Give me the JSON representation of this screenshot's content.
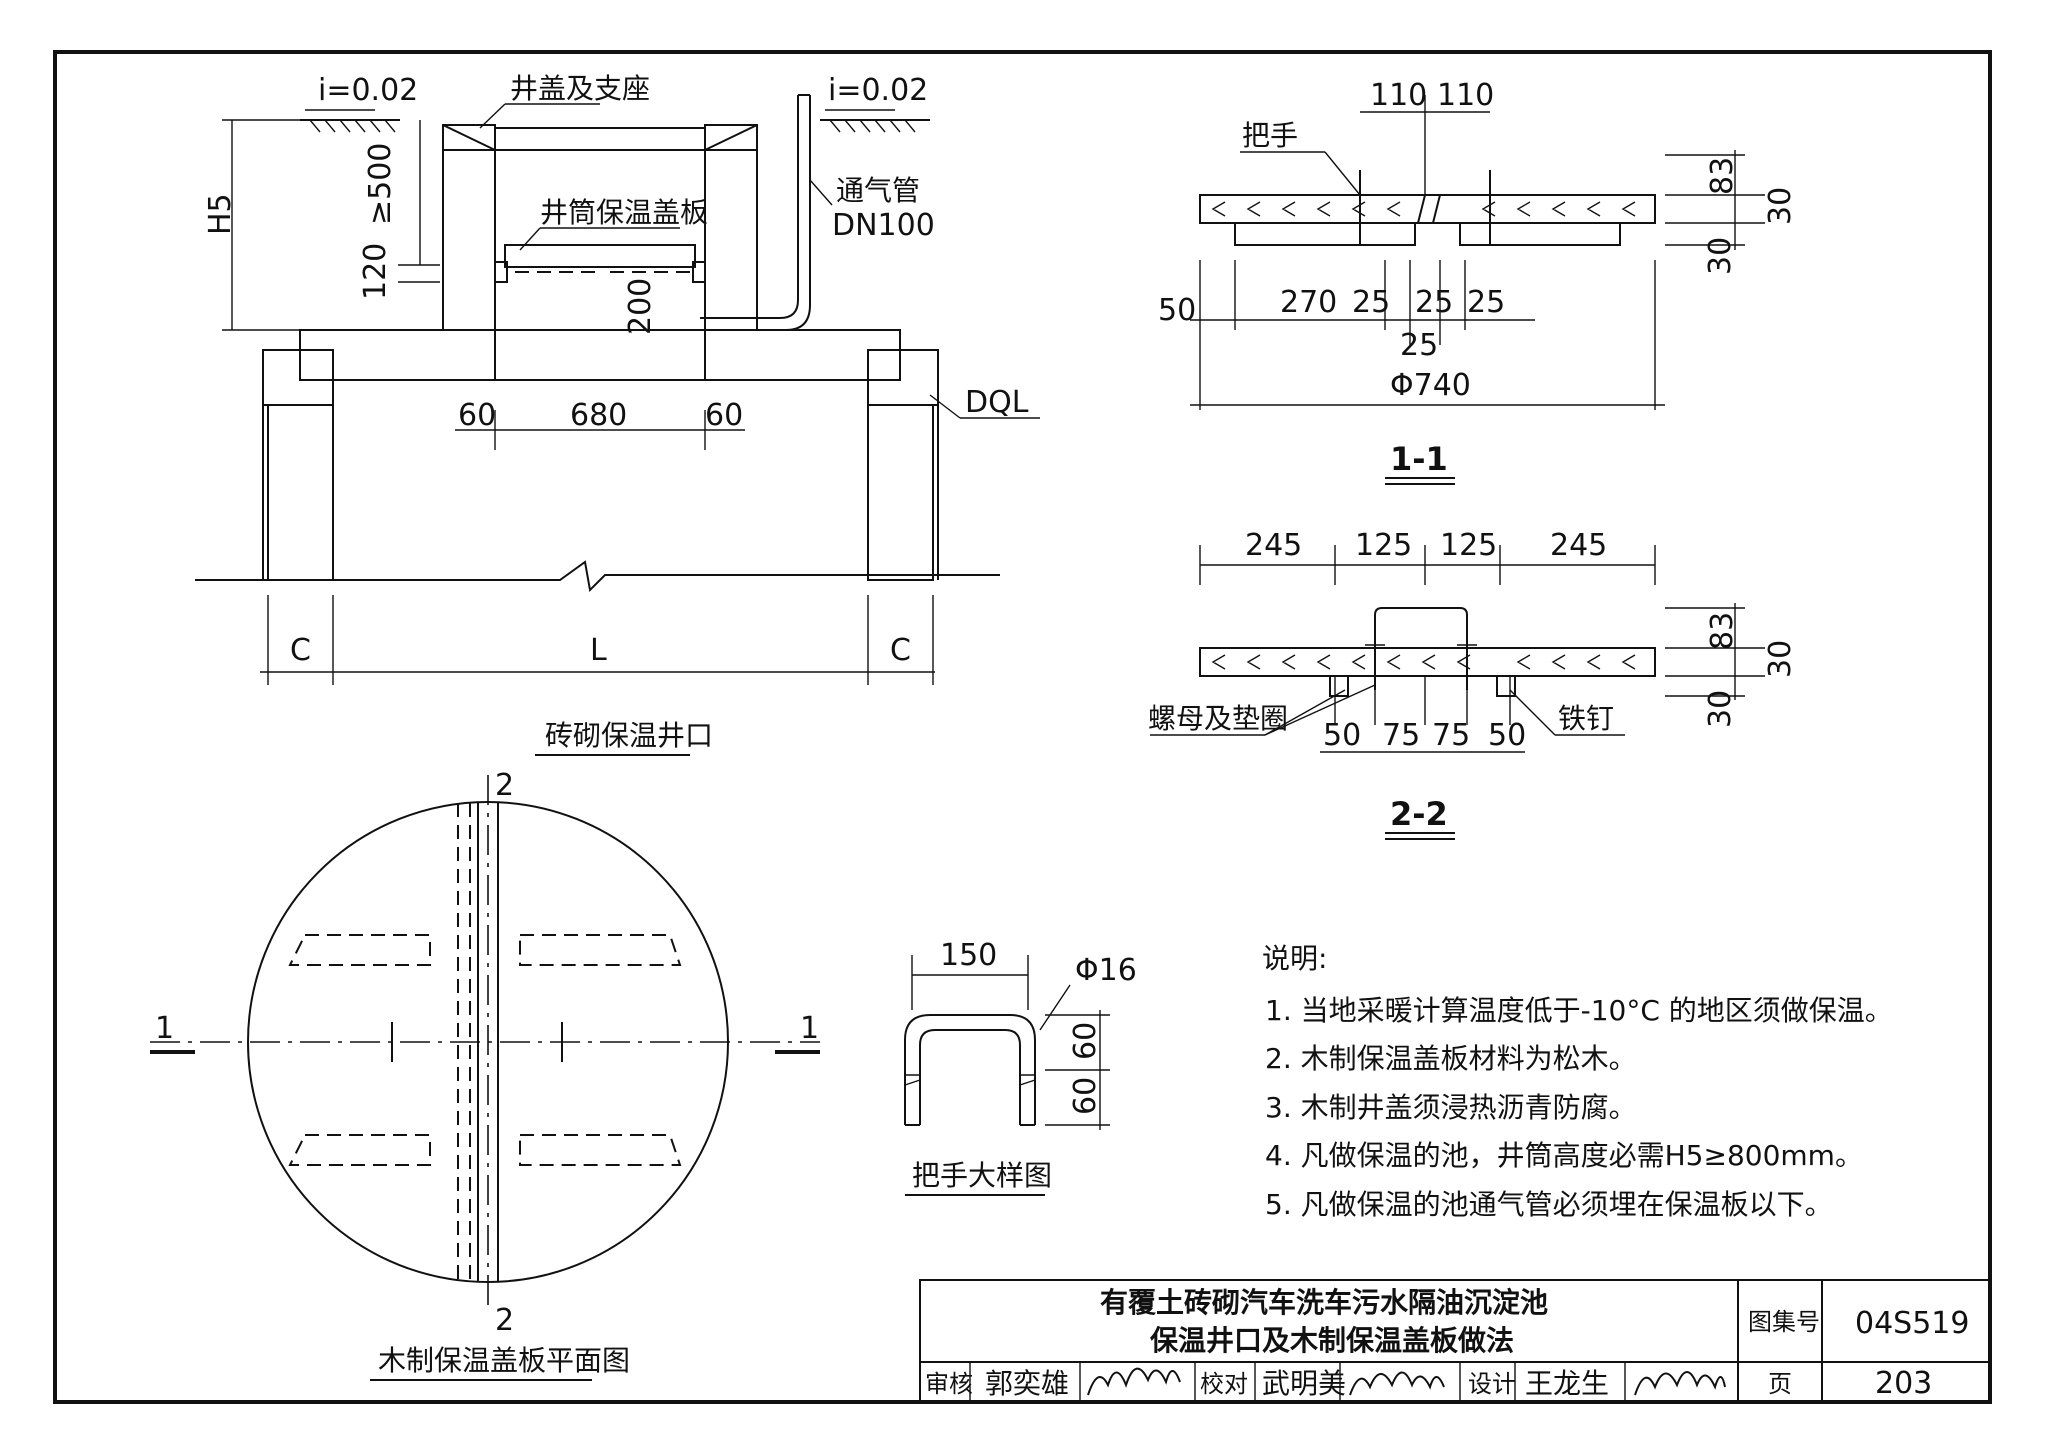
{
  "main_section": {
    "title": "砖砌保温井口",
    "slope_left": "i=0.02",
    "slope_right": "i=0.02",
    "cover_label": "井盖及支座",
    "insul_cover_label": "井筒保温盖板",
    "vent_label": "通气管",
    "vent_size": "DN100",
    "beam_label": "DQL",
    "dim_hs": "H5",
    "dim_500": "≥500",
    "dim_120": "120",
    "dim_200": "200",
    "dim_60a": "60",
    "dim_680": "680",
    "dim_60b": "60",
    "dim_c1": "C",
    "dim_l": "L",
    "dim_c2": "C"
  },
  "section_11": {
    "title": "1-1",
    "handle_label": "把手",
    "dim_110a": "110",
    "dim_110b": "110",
    "dim_83": "83",
    "dim_30a": "30",
    "dim_30b": "30",
    "dim_50": "50",
    "dim_270": "270",
    "dim_25a": "25",
    "dim_25b": "25",
    "dim_25c": "25",
    "dim_25d": "25",
    "dim_phi740": "Φ740"
  },
  "section_22": {
    "title": "2-2",
    "dim_245a": "245",
    "dim_125a": "125",
    "dim_125b": "125",
    "dim_245b": "245",
    "dim_83": "83",
    "dim_30a": "30",
    "dim_30b": "30",
    "nut_label": "螺母及垫圈",
    "nail_label": "铁钉",
    "dim_50a": "50",
    "dim_75a": "75",
    "dim_75b": "75",
    "dim_50b": "50"
  },
  "plan": {
    "title": "木制保温盖板平面图",
    "mark_2_top": "2",
    "mark_2_bottom": "2",
    "mark_1_left": "1",
    "mark_1_right": "1"
  },
  "handle_detail": {
    "title": "把手大样图",
    "dim_150": "150",
    "dim_phi16": "Φ16",
    "dim_60a": "60",
    "dim_60b": "60"
  },
  "notes": {
    "heading": "说明:",
    "items": [
      "1. 当地采暖计算温度低于-10°C 的地区须做保温。",
      "2. 木制保温盖板材料为松木。",
      "3. 木制井盖须浸热沥青防腐。",
      "4. 凡做保温的池，井筒高度必需H5≥800mm。",
      "5. 凡做保温的池通气管必须埋在保温板以下。"
    ]
  },
  "title_block": {
    "title_line1": "有覆土砖砌汽车洗车污水隔油沉淀池",
    "title_line2": "保温井口及木制保温盖板做法",
    "atlas_label": "图集号",
    "atlas_no": "04S519",
    "page_label": "页",
    "page_no": "203",
    "review_label": "审核",
    "review_name": "郭奕雄",
    "check_label": "校对",
    "check_name": "武明美",
    "design_label": "设计",
    "design_name": "王龙生"
  }
}
